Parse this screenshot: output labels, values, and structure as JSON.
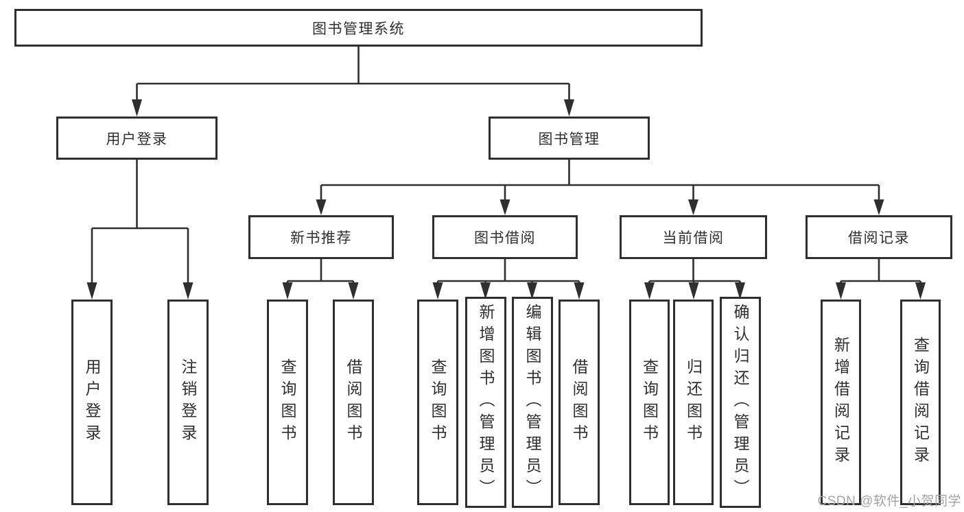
{
  "page": {
    "watermark": "CSDN @软件_小贺同学"
  },
  "colors": {
    "line": "#2f2f2f",
    "box_background": "#ffffff",
    "text": "#2f2f2f",
    "watermark": "#a3a3a3"
  },
  "tree": {
    "label": "图书管理系统",
    "children": [
      {
        "label": "用户登录",
        "children": [
          {
            "label": "用户登录"
          },
          {
            "label": "注销登录"
          }
        ]
      },
      {
        "label": "图书管理",
        "children": [
          {
            "label": "新书推荐",
            "children": [
              {
                "label": "查询图书"
              },
              {
                "label": "借阅图书"
              }
            ]
          },
          {
            "label": "图书借阅",
            "children": [
              {
                "label": "查询图书"
              },
              {
                "label": "新增图书（管理员）"
              },
              {
                "label": "编辑图书（管理员）"
              },
              {
                "label": "借阅图书"
              }
            ]
          },
          {
            "label": "当前借阅",
            "children": [
              {
                "label": "查询图书"
              },
              {
                "label": "归还图书"
              },
              {
                "label": "确认归还（管理员）"
              }
            ]
          },
          {
            "label": "借阅记录",
            "children": [
              {
                "label": "新增借阅记录"
              },
              {
                "label": "查询借阅记录"
              }
            ]
          }
        ]
      }
    ]
  }
}
